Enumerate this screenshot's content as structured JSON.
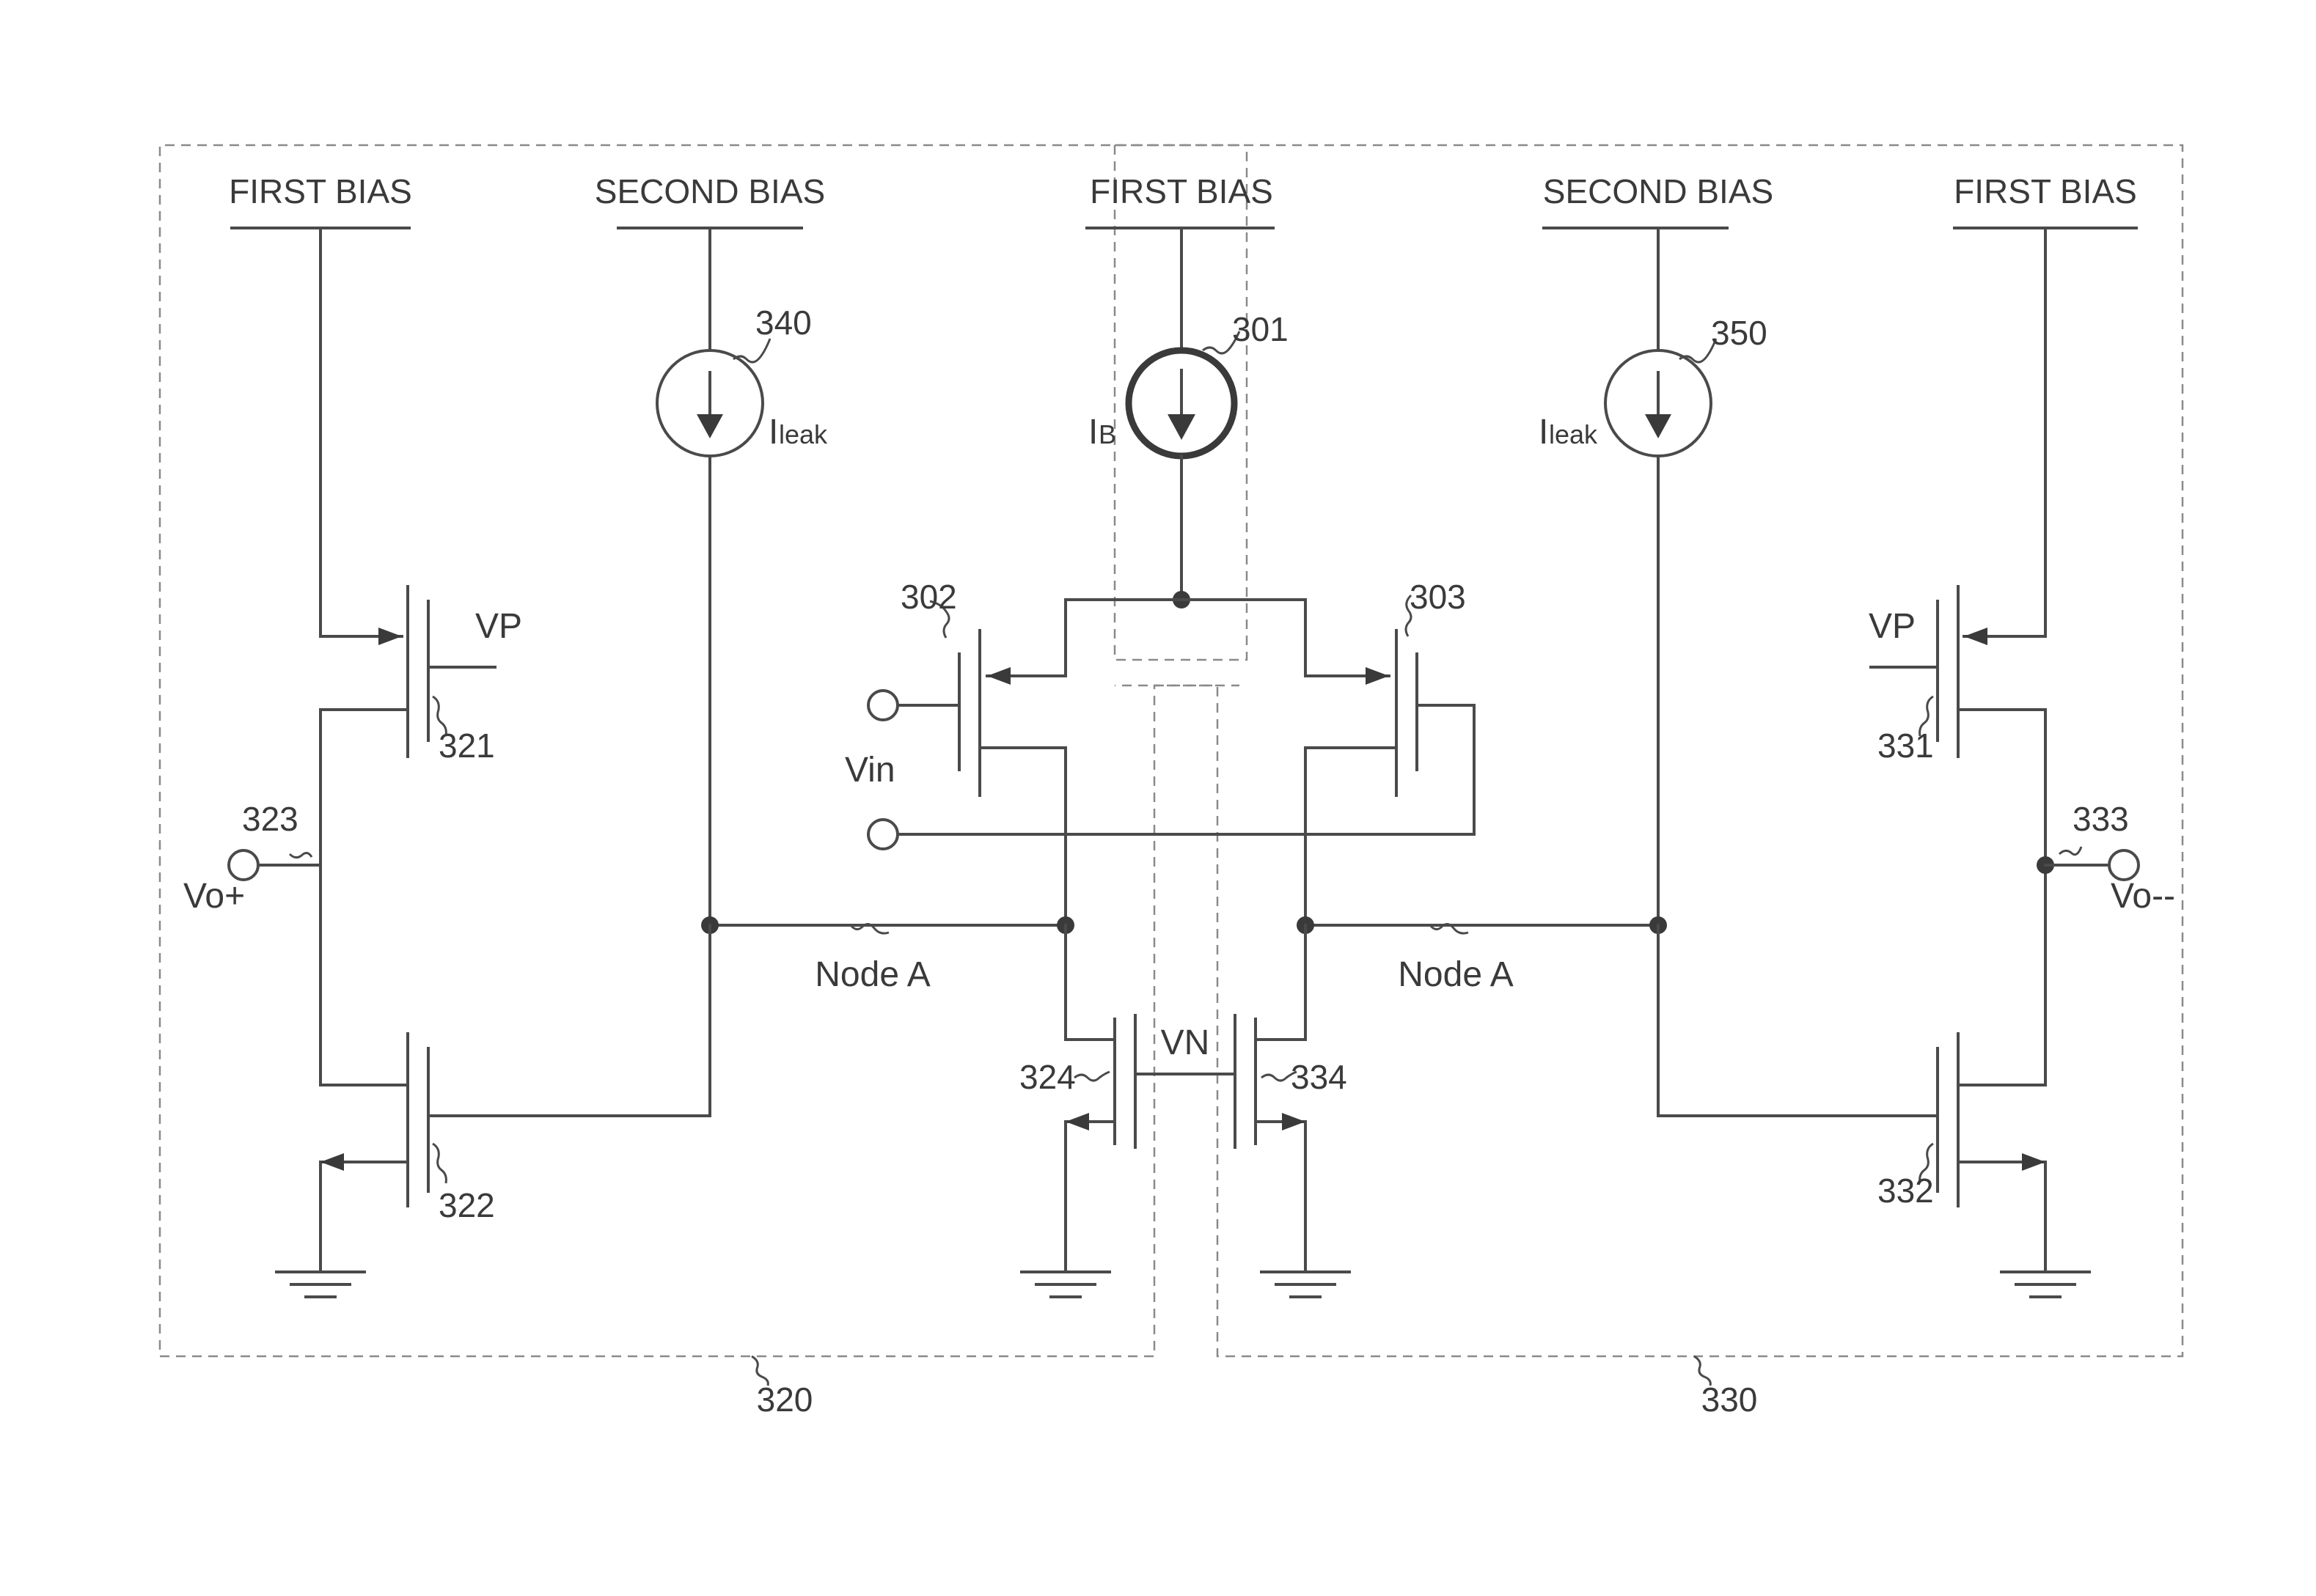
{
  "bias_labels": {
    "first_bias_left": "FIRST BIAS",
    "second_bias_left": "SECOND BIAS",
    "first_bias_center": "FIRST BIAS",
    "second_bias_right": "SECOND BIAS",
    "first_bias_right": "FIRST BIAS"
  },
  "current_sources": {
    "leak_left": {
      "ref": "340",
      "label_main": "I",
      "label_sub": "leak"
    },
    "tail": {
      "ref": "301",
      "label_main": "I",
      "label_sub": "B"
    },
    "leak_right": {
      "ref": "350",
      "label_main": "I",
      "label_sub": "leak"
    }
  },
  "transistors": {
    "t302": "302",
    "t303": "303",
    "t321": "321",
    "t322": "322",
    "t324": "324",
    "t331": "331",
    "t332": "332",
    "t334": "334"
  },
  "nodes": {
    "n323": "323",
    "n333": "333",
    "node_a_left": "Node A",
    "node_a_right": "Node A"
  },
  "signals": {
    "vp_left": "VP",
    "vp_right": "VP",
    "vn": "VN",
    "vin": "Vin",
    "vo_plus": "Vo+",
    "vo_minus": "Vo--"
  },
  "blocks": {
    "block_320": "320",
    "block_330": "330"
  }
}
